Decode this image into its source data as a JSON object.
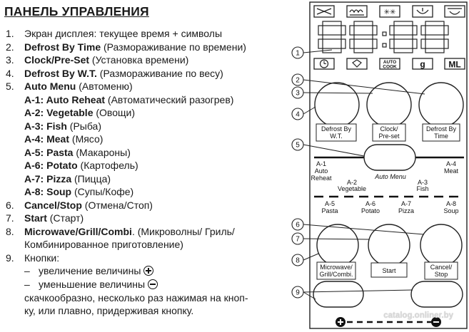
{
  "title": "ПАНЕЛЬ УПРАВЛЕНИЯ",
  "items": [
    {
      "num": "1.",
      "bold": "",
      "text": "Экран дисплея: текущее время + символы"
    },
    {
      "num": "2.",
      "bold": "Defrost By Time",
      "text": " (Размораживание по времени)"
    },
    {
      "num": "3.",
      "bold": "Clock/Pre-Set",
      "text": " (Установка времени)"
    },
    {
      "num": "4.",
      "bold": "Defrost By W.T.",
      "text": " (Размораживание по весу)"
    },
    {
      "num": "5.",
      "bold": "Auto Menu",
      "text": " (Автоменю)"
    }
  ],
  "auto_menu": [
    {
      "code": "A-1: Auto Reheat",
      "text": " (Автоматический разогрев)"
    },
    {
      "code": "A-2: Vegetable",
      "text": " (Овощи)"
    },
    {
      "code": "A-3: Fish",
      "text": " (Рыба)"
    },
    {
      "code": "A-4: Meat",
      "text": " (Мясо)"
    },
    {
      "code": "A-5: Pasta",
      "text": " (Макароны)"
    },
    {
      "code": "A-6: Potato",
      "text": " (Картофель)"
    },
    {
      "code": "A-7: Pizza",
      "text": " (Пицца)"
    },
    {
      "code": "A-8: Soup",
      "text": " (Супы/Кофе)"
    }
  ],
  "items2": [
    {
      "num": "6.",
      "bold": "Cancel/Stop",
      "text": " (Отмена/Стоп)"
    },
    {
      "num": "7.",
      "bold": "Start",
      "text": " (Старт)"
    },
    {
      "num": "8.",
      "bold": "Microwave/Grill/Combi",
      "text": ". (Микроволны/ Гриль/"
    }
  ],
  "item8_cont": "Комбинированное приготовление)",
  "item9": {
    "num": "9.",
    "text": "Кнопки:"
  },
  "increase": "увеличение величины",
  "decrease": "уменьшение величины",
  "tail": [
    "скачкообразно, несколько раз нажимая на кноп-",
    "ку, или плавно, придерживая кнопку."
  ],
  "dash": "–",
  "panel": {
    "display_digits": "88:88",
    "icons_top": [
      "microwave-icon",
      "grill-icon",
      "defrost-icon",
      "combi-icon",
      "combi-grill-icon"
    ],
    "icons_bottom": [
      {
        "name": "clock-icon",
        "label": ""
      },
      {
        "name": "weight-icon",
        "label": ""
      },
      {
        "name": "auto-cook-icon",
        "label": "AUTO COOK"
      },
      {
        "name": "gram-icon",
        "label": "g"
      },
      {
        "name": "ml-icon",
        "label": "ML"
      }
    ],
    "callouts": [
      "1",
      "2",
      "3",
      "4",
      "5",
      "6",
      "7",
      "8",
      "9"
    ],
    "btn_defrost_wt": [
      "Defrost By",
      "W.T."
    ],
    "btn_clock": [
      "Clock/",
      "Pre-set"
    ],
    "btn_defrost_time": [
      "Defrost By",
      "Time"
    ],
    "auto_menu_label": "Auto Menu",
    "row1": [
      {
        "code": "A-1",
        "lines": [
          "Auto",
          "Reheat"
        ]
      },
      {
        "code": "A-2",
        "lines": [
          "Vegetable"
        ]
      },
      {
        "code": "A-3",
        "lines": [
          "Fish"
        ]
      },
      {
        "code": "A-4",
        "lines": [
          "Meat"
        ]
      }
    ],
    "row2": [
      {
        "code": "A-5",
        "lines": [
          "Pasta"
        ]
      },
      {
        "code": "A-6",
        "lines": [
          "Potato"
        ]
      },
      {
        "code": "A-7",
        "lines": [
          "Pizza"
        ]
      },
      {
        "code": "A-8",
        "lines": [
          "Soup"
        ]
      }
    ],
    "btn_micro": [
      "Microwave/",
      "Grill/Combi."
    ],
    "btn_start": [
      "Start"
    ],
    "btn_cancel": [
      "Cancel/",
      "Stop"
    ]
  },
  "watermark": "catalog.onliner.by"
}
